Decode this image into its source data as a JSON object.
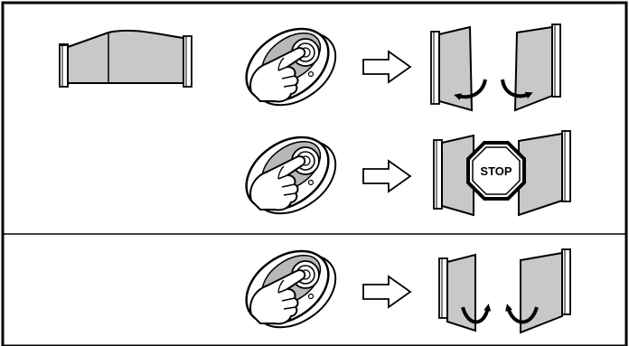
{
  "steps": [
    {
      "result": "open"
    },
    {
      "result": "stop",
      "stop_label": "STOP"
    },
    {
      "result": "close"
    }
  ],
  "colors": {
    "line": "#000000",
    "leaf_fill": "#c8c8c8",
    "remote_shade": "#b8b8b8",
    "background": "#ffffff"
  },
  "icons": [
    "gate-closed-icon",
    "remote-press-icon",
    "arrow-right-icon",
    "gate-opening-icon",
    "stop-sign-icon",
    "gate-closing-icon"
  ]
}
